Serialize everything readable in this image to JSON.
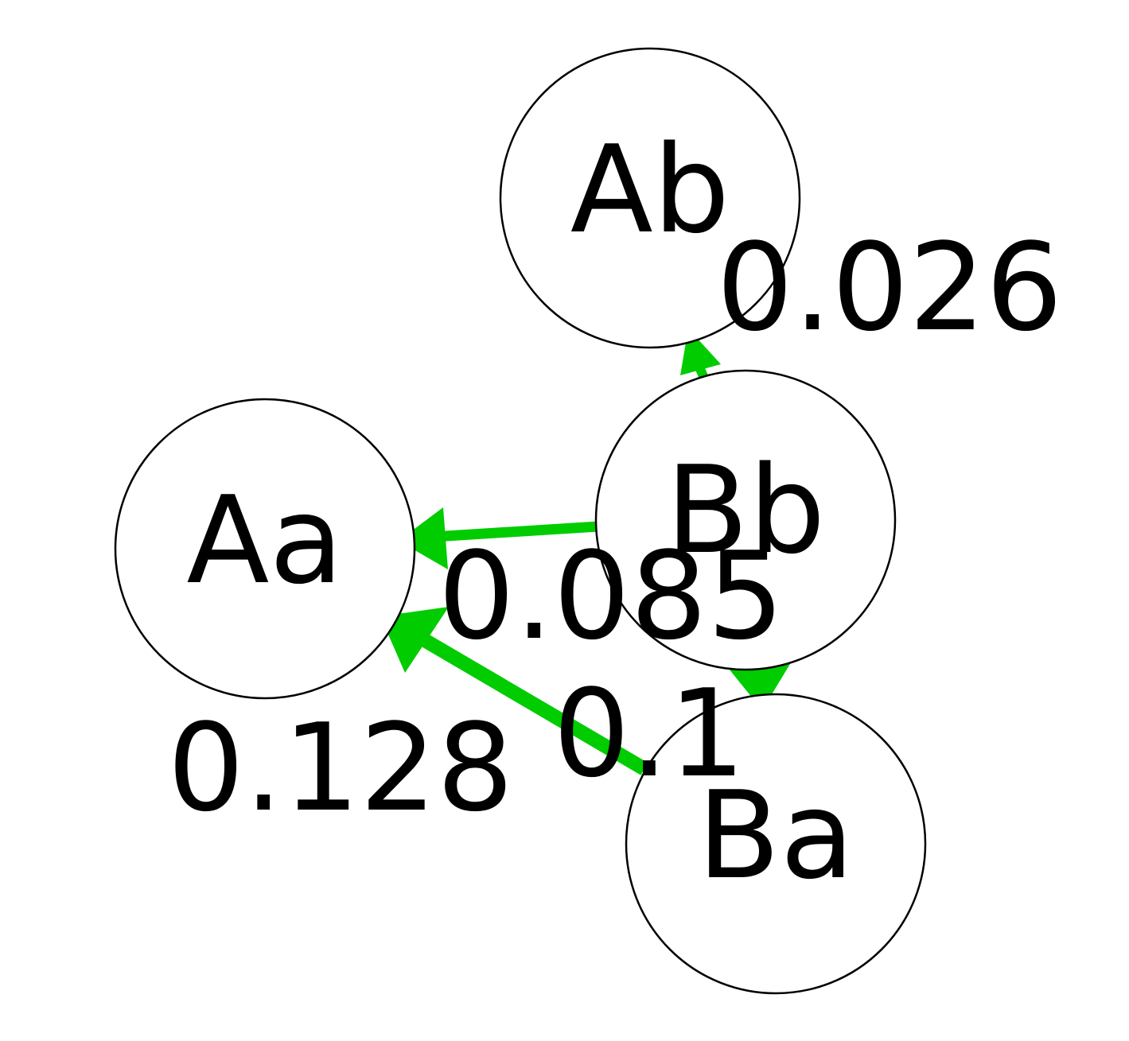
{
  "edge_color": "#00cc00",
  "nodes": {
    "ab": {
      "label": "Ab"
    },
    "aa": {
      "label": "Aa"
    },
    "bb": {
      "label": "Bb"
    },
    "ba": {
      "label": "Ba"
    }
  },
  "edges": [
    {
      "from": "Bb",
      "to": "Ab",
      "weight": "0.026"
    },
    {
      "from": "Bb",
      "to": "Aa",
      "weight": "0.085"
    },
    {
      "from": "Ba",
      "to": "Aa",
      "weight": "0.128"
    },
    {
      "from": "Bb",
      "to": "Ba",
      "weight": "0.1"
    }
  ]
}
